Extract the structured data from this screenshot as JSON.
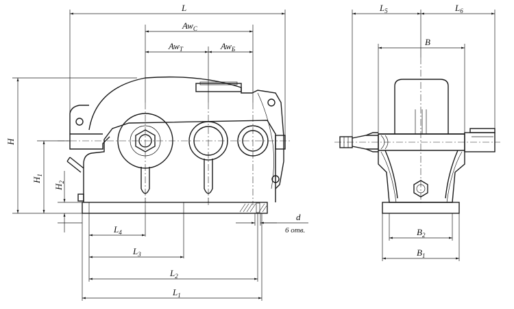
{
  "dimensions": {
    "L": {
      "main": "L",
      "sub": ""
    },
    "Aw_C": {
      "main": "Aw",
      "sub": "C"
    },
    "Aw_T": {
      "main": "Aw",
      "sub": "T"
    },
    "Aw_B": {
      "main": "Aw",
      "sub": "Б"
    },
    "H": {
      "main": "H",
      "sub": ""
    },
    "H1": {
      "main": "H",
      "sub": "1"
    },
    "H2": {
      "main": "H",
      "sub": "2"
    },
    "L4": {
      "main": "L",
      "sub": "4"
    },
    "L3": {
      "main": "L",
      "sub": "3"
    },
    "L2": {
      "main": "L",
      "sub": "2"
    },
    "L1": {
      "main": "L",
      "sub": "1"
    },
    "d": {
      "main": "d",
      "sub": ""
    },
    "L5": {
      "main": "L",
      "sub": "5"
    },
    "L6": {
      "main": "L",
      "sub": "6"
    },
    "B": {
      "main": "B",
      "sub": ""
    },
    "B2": {
      "main": "B",
      "sub": "2"
    },
    "B1": {
      "main": "B",
      "sub": "1"
    }
  },
  "notes": {
    "holes": "6 отв."
  }
}
